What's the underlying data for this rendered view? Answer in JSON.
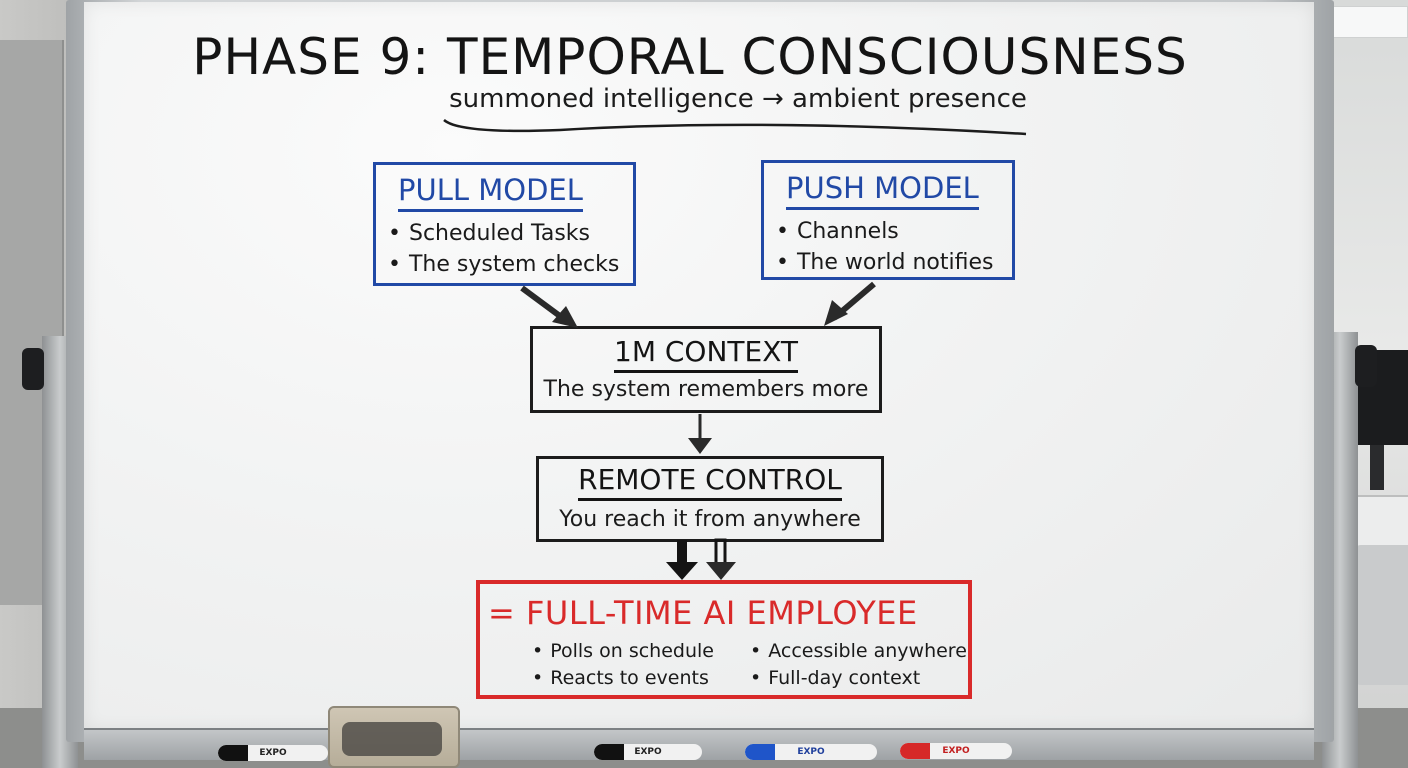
{
  "title": "PHASE 9: TEMPORAL CONSCIOUSNESS",
  "subtitle": "summoned intelligence → ambient presence",
  "pull_model": {
    "title": "PULL MODEL",
    "items": [
      "Scheduled Tasks",
      "The system checks"
    ]
  },
  "push_model": {
    "title": "PUSH MODEL",
    "items": [
      "Channels",
      "The world notifies"
    ]
  },
  "context": {
    "title": "1M CONTEXT",
    "desc": "The system remembers more"
  },
  "remote": {
    "title": "REMOTE CONTROL",
    "desc": "You reach it from anywhere"
  },
  "employee": {
    "title": "= FULL-TIME AI EMPLOYEE",
    "left_items": [
      "Polls on schedule",
      "Reacts to events"
    ],
    "right_items": [
      "Accessible anywhere",
      "Full-day context"
    ]
  },
  "markers": {
    "m1": "EXPO",
    "m2": "EXPO",
    "m3": "EXPO",
    "m4": "EXPO"
  },
  "colors": {
    "blue_ink": "#2149a6",
    "red_ink": "#d92a2a",
    "black_ink": "#1c1c1c"
  }
}
